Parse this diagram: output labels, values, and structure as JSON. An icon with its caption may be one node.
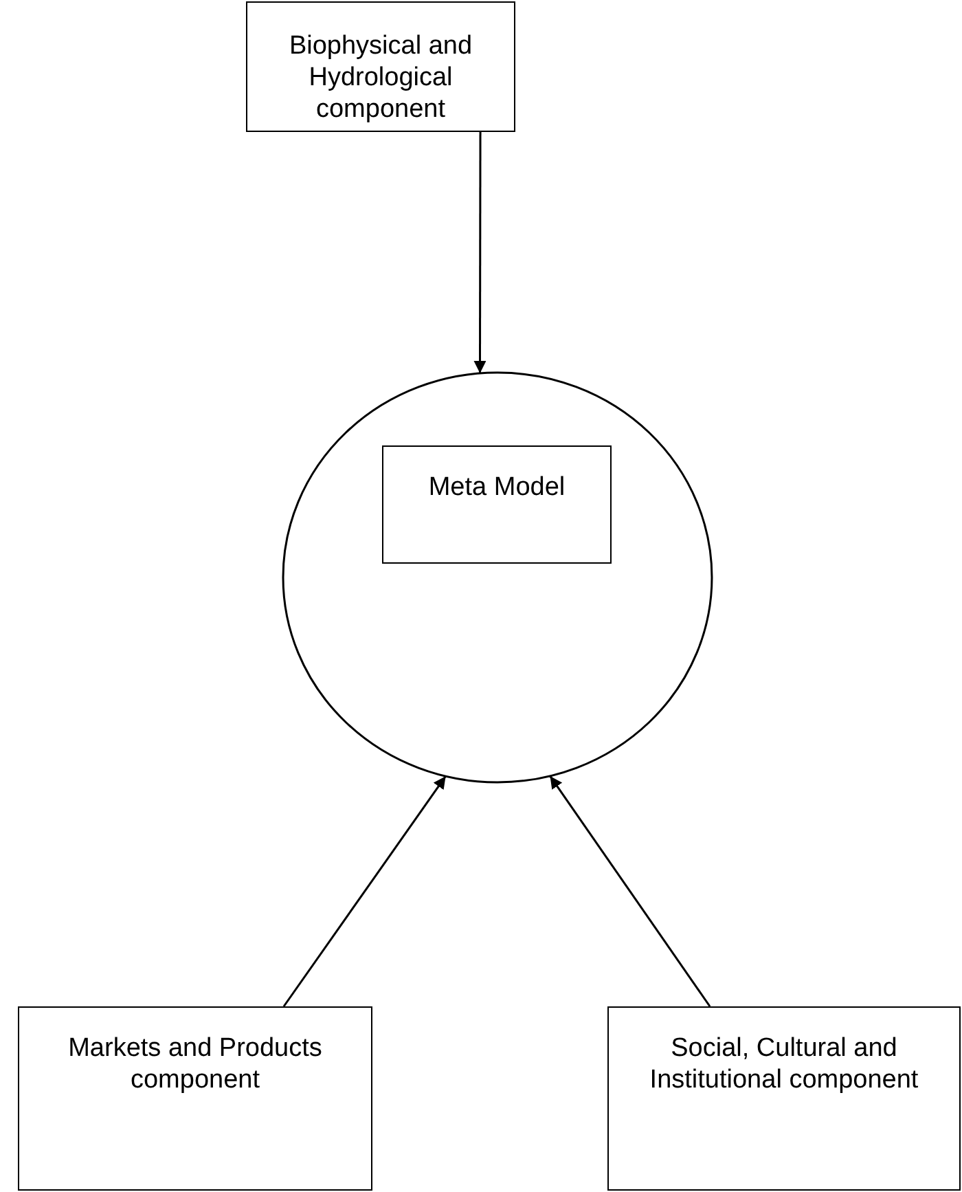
{
  "diagram": {
    "nodes": [
      {
        "text": [
          "Biophysical and Hydrological component"
        ]
      },
      {
        "text": [],
        "shape": "ellipse"
      },
      {
        "text": [
          "Meta Model"
        ],
        "in": 1
      },
      {
        "text": [
          "Markets and Products component"
        ]
      },
      {
        "text": [
          "Social, Cultural and Institutional component"
        ]
      }
    ],
    "edges": [
      {
        "from": 0,
        "to": 1,
        "arrow": "to"
      },
      {
        "from": 3,
        "to": 1,
        "arrow": "to"
      },
      {
        "from": 4,
        "to": 1,
        "arrow": "to"
      }
    ]
  }
}
